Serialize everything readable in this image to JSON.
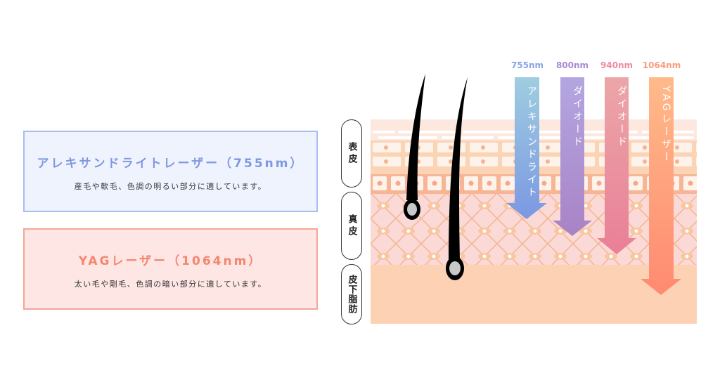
{
  "cards": [
    {
      "title": "アレキサンドライトレーザー（755nm）",
      "description": "産毛や軟毛、色調の明るい部分に適しています。",
      "color": "#7f98e0"
    },
    {
      "title": "YAGレーザー（1064nm）",
      "description": "太い毛や剛毛、色調の暗い部分に適しています。",
      "color": "#f5856e"
    }
  ],
  "layers": [
    "表皮",
    "真皮",
    "皮下脂肪"
  ],
  "lasers": [
    {
      "wavelength": "755nm",
      "name": "アレキサンドライト",
      "color": "#8aa3e3"
    },
    {
      "wavelength": "800nm",
      "name": "ダイオード",
      "color": "#a98ad2"
    },
    {
      "wavelength": "940nm",
      "name": "ダイオード",
      "color": "#ee8ba0"
    },
    {
      "wavelength": "1064nm",
      "name": "YAGレーザー",
      "color": "#fb9a7c"
    }
  ]
}
